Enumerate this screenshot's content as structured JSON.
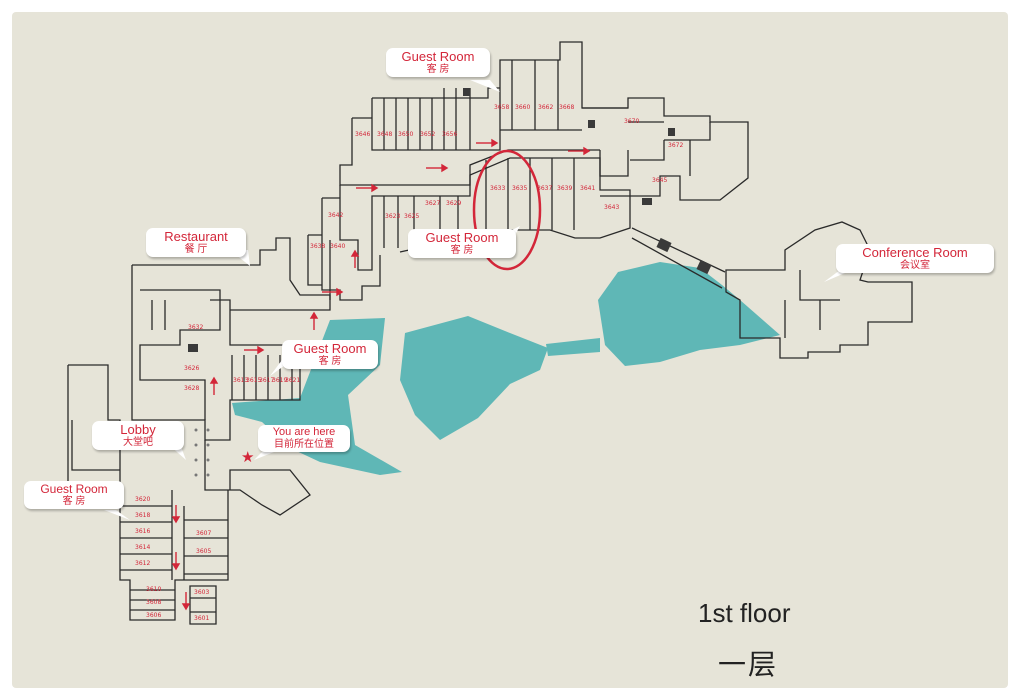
{
  "map": {
    "floor_label_en": "1st floor",
    "floor_label_zh": "一层",
    "colors": {
      "board": "#e6e4d8",
      "walls": "#2a2a2a",
      "water": "#5fb7b6",
      "label_red": "#d32639",
      "callout_bg": "#ffffff"
    },
    "callouts": {
      "guest_room_top": {
        "en": "Guest Room",
        "zh": "客 房"
      },
      "guest_room_middle": {
        "en": "Guest Room",
        "zh": "客 房"
      },
      "restaurant": {
        "en": "Restaurant",
        "zh": "餐 厅"
      },
      "guest_room_left": {
        "en": "Guest Room",
        "zh": "客 房"
      },
      "lobby": {
        "en": "Lobby",
        "zh": "大堂吧"
      },
      "you_are_here": {
        "en": "You are here",
        "zh": "目前所在位置"
      },
      "guest_room_bottom": {
        "en": "Guest Room",
        "zh": "客 房"
      },
      "conference_room": {
        "en": "Conference Room",
        "zh": "会议室"
      }
    },
    "room_numbers": {
      "top_row": [
        "3658",
        "3660",
        "3662",
        "3668",
        "3670",
        "3672",
        "3645"
      ],
      "upper_wing": [
        "3646",
        "3648",
        "3650",
        "3652",
        "3656"
      ],
      "middle_row": [
        "3623",
        "3625",
        "3627",
        "3629",
        "3633",
        "3635",
        "3637",
        "3639",
        "3641",
        "3643"
      ],
      "column_rooms": [
        "3642",
        "3638",
        "3640"
      ],
      "left_block": [
        "3632",
        "3626",
        "3628"
      ],
      "small_row": [
        "3613",
        "3615",
        "3617",
        "3619",
        "3621"
      ],
      "bottom_left": [
        "3620",
        "3618",
        "3616",
        "3614",
        "3612",
        "3610",
        "3608",
        "3606"
      ],
      "bottom_right": [
        "3607",
        "3605",
        "3603",
        "3601"
      ]
    },
    "highlight_icon": "red-ellipse-highlight",
    "here_marker_icon": "red-star-icon"
  }
}
